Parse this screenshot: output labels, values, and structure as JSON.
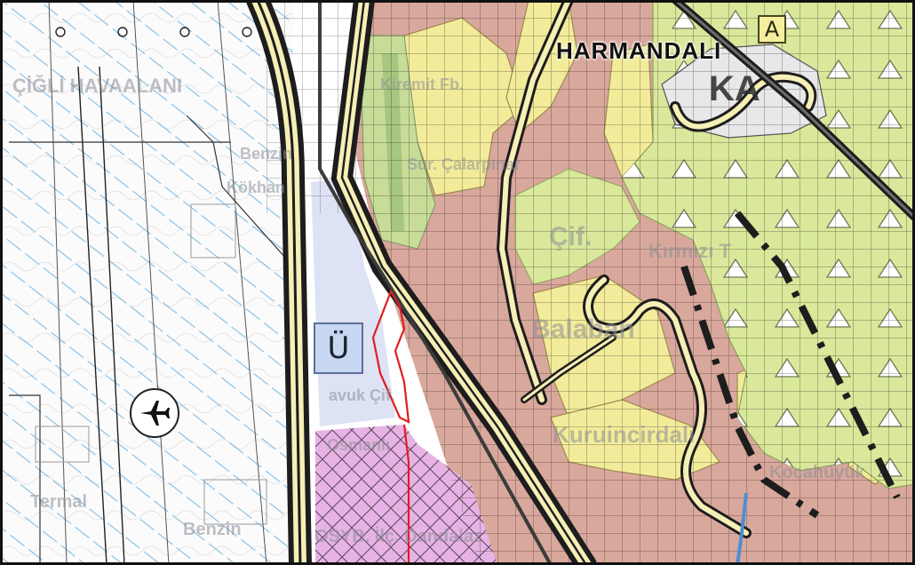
{
  "map": {
    "labels": {
      "harmandali": "HARMANDALI",
      "ka": "KA",
      "ciğli_havaalani": "ÇİĞLİ HAVAALANI",
      "kirmizi_tepe_partial": "Kırmızı T",
      "cif": "Çif.",
      "balaban": "Balaban",
      "kuruincirdali": "Kuruincirdali",
      "kocahuyuk": "Kocahüyük",
      "tavuk_ciftligi": "avuk Çif.",
      "osmanli": "Osmanlı",
      "benzin": "Benzin",
      "termal": "Termal",
      "osyb": "OSYB. İlç. Dandalaz",
      "sur": "Sur. Çalarpınar",
      "kiremit": "Kiremit Fb.",
      "kokhan": "Kökhan",
      "benzin2": "Benzin"
    },
    "symbols": {
      "legend_u": "Ü",
      "legend_a": "A",
      "airport": "airplane-icon"
    },
    "colors": {
      "urban_pink": "#d9a89c",
      "agri_yellow": "#f2ec9a",
      "forest_green": "#d9e89a",
      "industrial_magenta": "#e6b3e4",
      "airport_blue_hatch": "#5aa8dd",
      "road_dark": "#1d1d1d",
      "road_fill": "#f6efb6",
      "boundary_red": "#e01e1e"
    }
  }
}
